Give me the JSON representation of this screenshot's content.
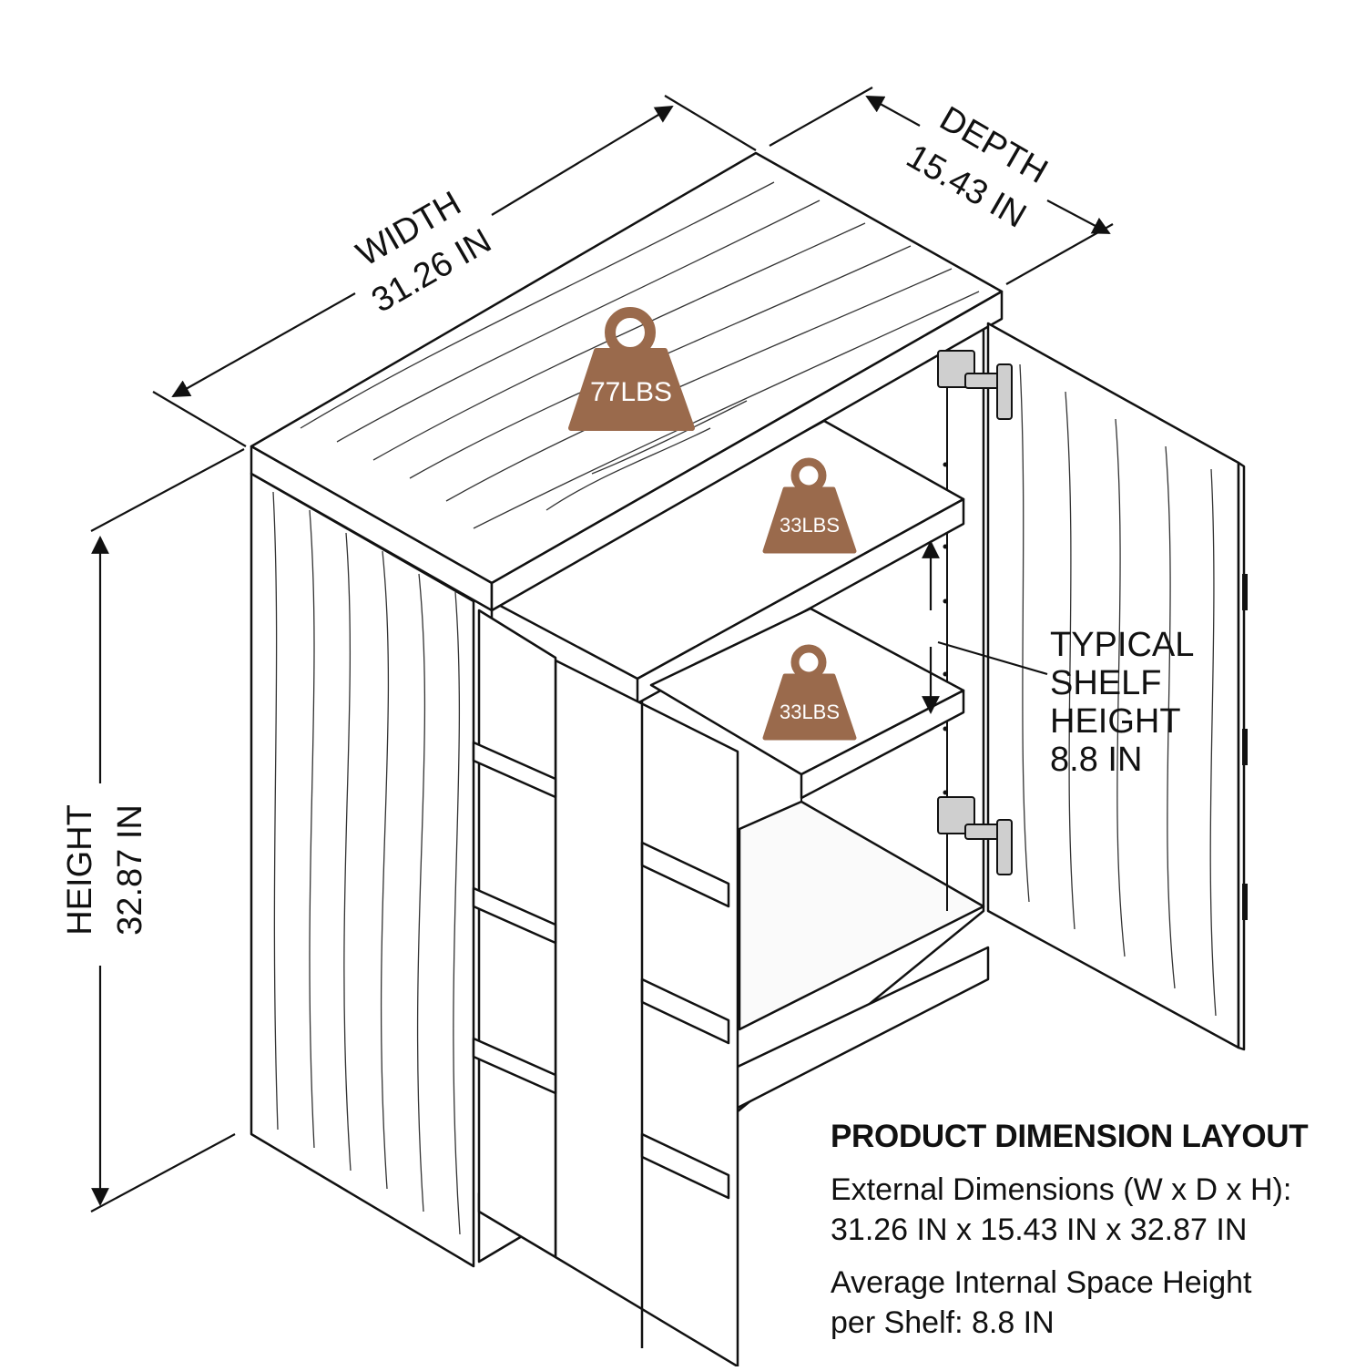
{
  "dimensions": {
    "width": {
      "label": "WIDTH",
      "value": "31.26 IN"
    },
    "depth": {
      "label": "DEPTH",
      "value": "15.43 IN"
    },
    "height": {
      "label": "HEIGHT",
      "value": "32.87 IN"
    },
    "shelf": {
      "lines": [
        "TYPICAL",
        "SHELF",
        "HEIGHT",
        "8.8 IN"
      ]
    }
  },
  "weights": {
    "top": "77LBS",
    "upper_shelf": "33LBS",
    "lower_shelf": "33LBS"
  },
  "info": {
    "title": "PRODUCT DIMENSION LAYOUT",
    "external_label": "External Dimensions (W x D x H):",
    "external_value": "31.26 IN x 15.43 IN x 32.87 IN",
    "internal_label": "Average Internal Space Height",
    "internal_value": "per Shelf: 8.8 IN"
  },
  "colors": {
    "weight_badge": "#9a6a4c",
    "line": "#111111"
  }
}
